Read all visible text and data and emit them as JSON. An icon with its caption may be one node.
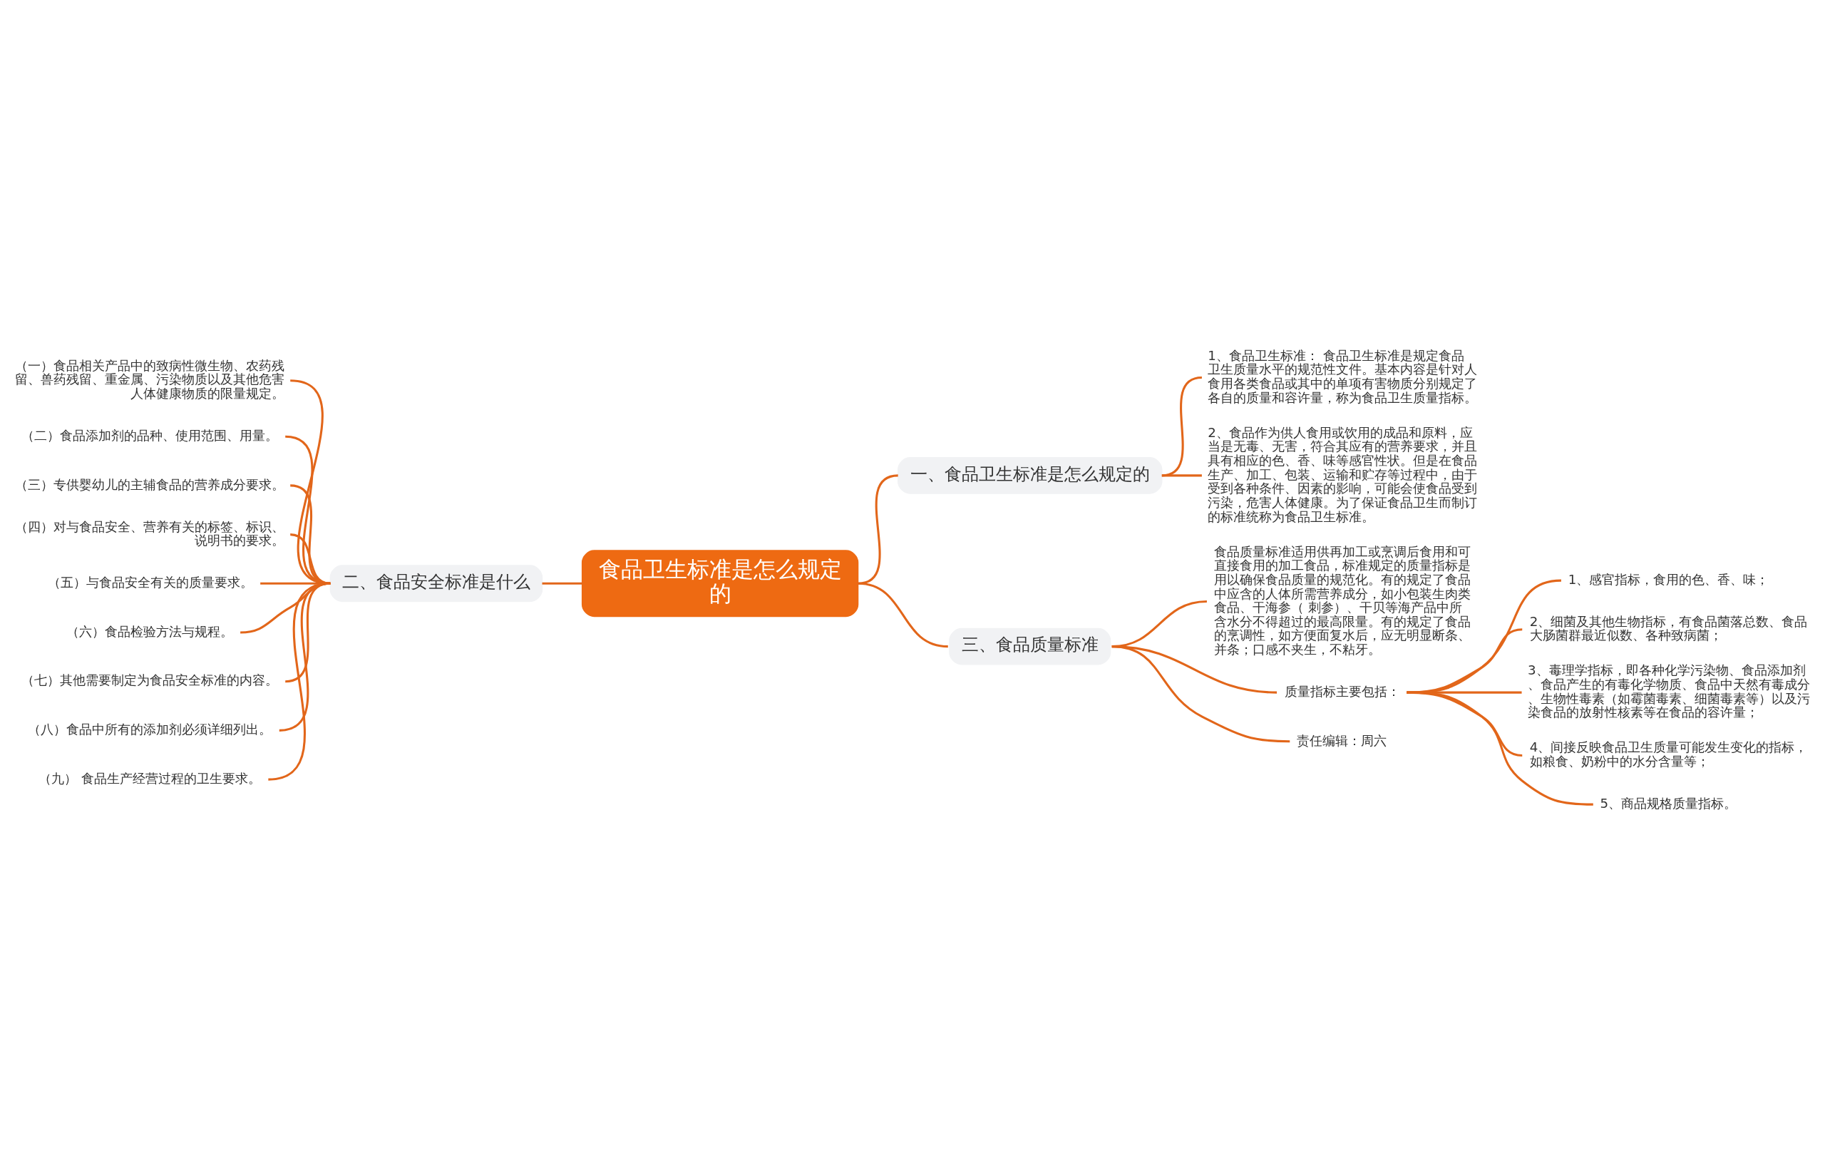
{
  "diagram": {
    "nodes": [
      {
        "text": [
          "食品卫生标准是怎么规定的"
        ]
      },
      {
        "text": [
          "一、食品卫生标准是怎么规定的"
        ]
      },
      {
        "text": [
          "1、食品卫生标准： 食品卫生标准是规定食品卫生质量水平的规范性文件。基本内容是针对人食用各类食品或其中的单项有害物质分别规定了各自的质量和容许量，称为食品卫生质量指标。"
        ]
      },
      {
        "text": [
          "2、食品作为供人食用或饮用的成品和原料，应当是无毒、无害，符合其应有的营养要求，并且具有相应的色、香、味等感官性状。但是在食品生产、加工、包装、运输和贮存等过程中，由于受到各种条件、因素的影响，可能会使食品受到污染，危害人体健康。为了保证食品卫生而制订的标准统称为食品卫生标准。"
        ]
      },
      {
        "text": [
          "二、食品安全标准是什么"
        ]
      },
      {
        "text": [
          "（一）食品相关产品中的致病性微生物、农药残留、兽药残留、重金属、污染物质以及其他危害人体健康物质的限量规定。"
        ]
      },
      {
        "text": [
          "（二）食品添加剂的品种、使用范围、用量。"
        ]
      },
      {
        "text": [
          "（三）专供婴幼儿的主辅食品的营养成分要求。"
        ]
      },
      {
        "text": [
          "（四）对与食品安全、营养有关的标签、标识、说明书的要求。"
        ]
      },
      {
        "text": [
          "（五）与食品安全有关的质量要求。"
        ]
      },
      {
        "text": [
          "（六）食品检验方法与规程。"
        ]
      },
      {
        "text": [
          "（七）其他需要制定为食品安全标准的内容。"
        ]
      },
      {
        "text": [
          "（八）食品中所有的添加剂必须详细列出。"
        ]
      },
      {
        "text": [
          "（九） 食品生产经营过程的卫生要求。"
        ]
      },
      {
        "text": [
          "三、食品质量标准"
        ]
      },
      {
        "text": [
          "食品质量标准适用供再加工或烹调后食用和可直接食用的加工食品，标准规定的质量指标是用以确保食品质量的规范化。有的规定了食品中应含的人体所需营养成分，如小包装生肉类食品、干海参（ 刺参）、干贝等海产品中所含水分不得超过的最高限量。有的规定了食品的烹调性，如方便面复水后，应无明显断条、并条；口感不夹生，不粘牙。"
        ]
      },
      {
        "text": [
          "质量指标主要包括："
        ]
      },
      {
        "text": [
          "1、感官指标，食用的色、香、味；"
        ]
      },
      {
        "text": [
          "2、细菌及其他生物指标，有食品菌落总数、食品大肠菌群最近似数、各种致病菌；"
        ]
      },
      {
        "text": [
          "3、毒理学指标，即各种化学污染物、食品添加剂、食品产生的有毒化学物质、食品中天然有毒成分、生物性毒素（如霉菌毒素、细菌毒素等）以及污染食品的放射性核素等在食品的容许量；"
        ]
      },
      {
        "text": [
          "4、间接反映食品卫生质量可能发生变化的指标，如粮食、奶粉中的水分含量等；"
        ]
      },
      {
        "text": [
          "5、商品规格质量指标。"
        ]
      },
      {
        "text": [
          "责任编辑：周六"
        ]
      }
    ],
    "edges": [
      {
        "from": 0,
        "to": 1,
        "arrow": "none"
      },
      {
        "from": 1,
        "to": 2,
        "arrow": "none"
      },
      {
        "from": 1,
        "to": 3,
        "arrow": "none"
      },
      {
        "from": 0,
        "to": 4,
        "arrow": "none"
      },
      {
        "from": 4,
        "to": 5,
        "arrow": "none"
      },
      {
        "from": 4,
        "to": 6,
        "arrow": "none"
      },
      {
        "from": 4,
        "to": 7,
        "arrow": "none"
      },
      {
        "from": 4,
        "to": 8,
        "arrow": "none"
      },
      {
        "from": 4,
        "to": 9,
        "arrow": "none"
      },
      {
        "from": 4,
        "to": 10,
        "arrow": "none"
      },
      {
        "from": 4,
        "to": 11,
        "arrow": "none"
      },
      {
        "from": 4,
        "to": 12,
        "arrow": "none"
      },
      {
        "from": 4,
        "to": 13,
        "arrow": "none"
      },
      {
        "from": 0,
        "to": 14,
        "arrow": "none"
      },
      {
        "from": 14,
        "to": 15,
        "arrow": "none"
      },
      {
        "from": 14,
        "to": 16,
        "arrow": "none"
      },
      {
        "from": 16,
        "to": 17,
        "arrow": "none"
      },
      {
        "from": 16,
        "to": 18,
        "arrow": "none"
      },
      {
        "from": 16,
        "to": 19,
        "arrow": "none"
      },
      {
        "from": 16,
        "to": 20,
        "arrow": "none"
      },
      {
        "from": 16,
        "to": 21,
        "arrow": "none"
      },
      {
        "from": 14,
        "to": 22,
        "arrow": "none"
      }
    ]
  }
}
